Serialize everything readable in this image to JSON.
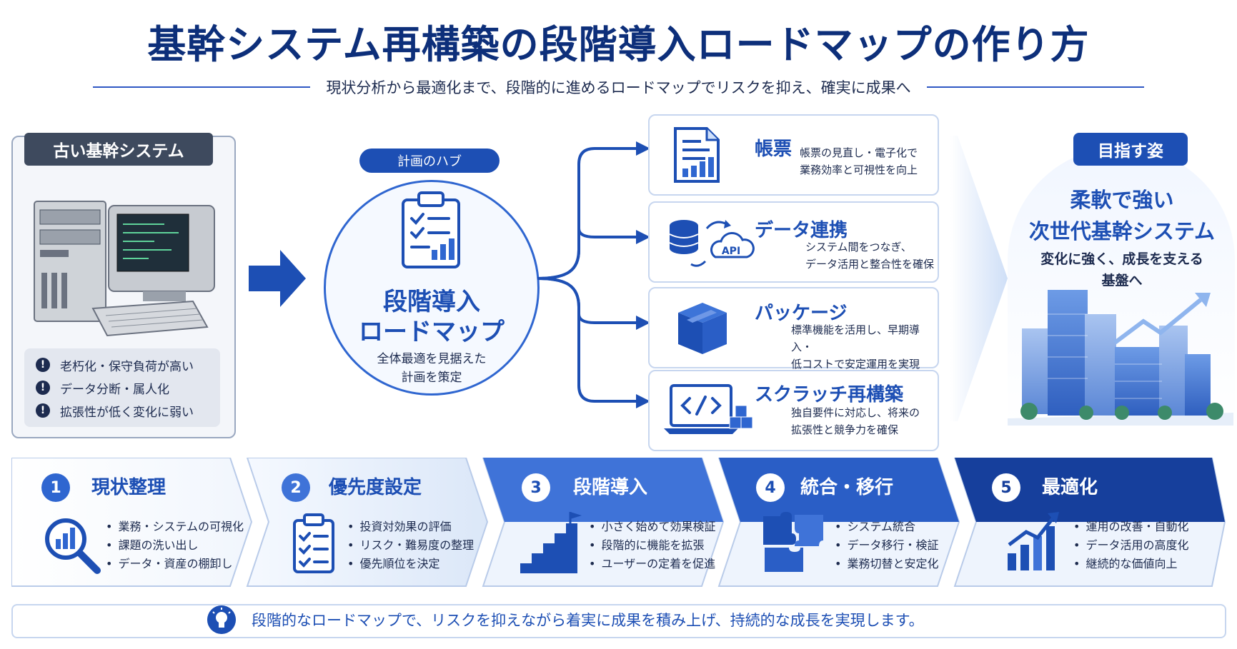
{
  "header": {
    "title": "基幹システム再構築の段階導入ロードマップの作り方",
    "subtitle": "現状分析から最適化まで、段階的に進めるロードマップでリスクを抑え、確実に成果へ"
  },
  "old_system": {
    "label": "古い基幹システム",
    "issues": [
      "老朽化・保守負荷が高い",
      "データ分断・属人化",
      "拡張性が低く変化に弱い"
    ]
  },
  "hub": {
    "pill": "計画のハブ",
    "title_line1": "段階導入",
    "title_line2": "ロードマップ",
    "desc_line1": "全体最適を見据えた",
    "desc_line2": "計画を策定"
  },
  "branches": [
    {
      "title": "帳票",
      "line1": "帳票の見直し・電子化で",
      "line2": "業務効率と可視性を向上",
      "icon": "document-chart-icon"
    },
    {
      "title": "データ連携",
      "line1": "システム間をつなぎ、",
      "line2": "データ活用と整合性を確保",
      "icon": "database-api-icon",
      "api": "API"
    },
    {
      "title": "パッケージ",
      "line1": "標準機能を活用し、早期導入・",
      "line2": "低コストで安定運用を実現",
      "icon": "package-box-icon"
    },
    {
      "title": "スクラッチ再構築",
      "line1": "独自要件に対応し、将来の",
      "line2": "拡張性と競争力を確保",
      "icon": "laptop-code-icon"
    }
  ],
  "target": {
    "pill": "目指す姿",
    "title_line1": "柔軟で強い",
    "title_line2": "次世代基幹システム",
    "desc_line1": "変化に強く、成長を支える",
    "desc_line2": "基盤へ"
  },
  "steps": [
    {
      "num": "1",
      "label": "現状整理",
      "bullets": [
        "業務・システムの可視化",
        "課題の洗い出し",
        "データ・資産の棚卸し"
      ],
      "icon": "magnifier-chart-icon"
    },
    {
      "num": "2",
      "label": "優先度設定",
      "bullets": [
        "投資対効果の評価",
        "リスク・難易度の整理",
        "優先順位を決定"
      ],
      "icon": "checklist-icon"
    },
    {
      "num": "3",
      "label": "段階導入",
      "bullets": [
        "小さく始めて効果検証",
        "段階的に機能を拡張",
        "ユーザーの定着を促進"
      ],
      "icon": "stairs-flag-icon"
    },
    {
      "num": "4",
      "label": "統合・移行",
      "bullets": [
        "システム統合",
        "データ移行・検証",
        "業務切替と安定化"
      ],
      "icon": "puzzle-icon"
    },
    {
      "num": "5",
      "label": "最適化",
      "bullets": [
        "運用の改善・自動化",
        "データ活用の高度化",
        "継続的な価値向上"
      ],
      "icon": "growth-chart-icon"
    }
  ],
  "footer": {
    "message": "段階的なロードマップで、リスクを抑えながら着実に成果を積み上げ、持続的な成長を実現します。"
  },
  "colors": {
    "navy": "#0d2f7a",
    "blue": "#1d4fb4",
    "light_blue": "#e7f0fc",
    "gray_header": "#3e4a5e"
  }
}
